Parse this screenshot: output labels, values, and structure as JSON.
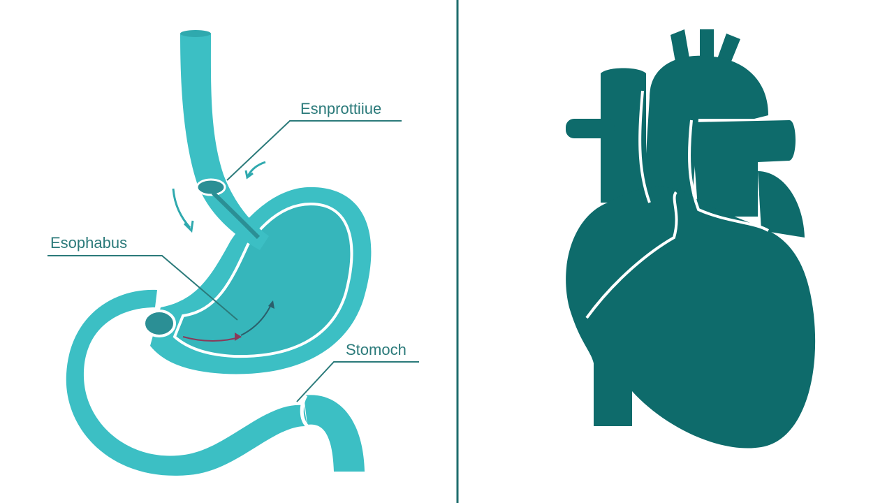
{
  "labels": {
    "upper": "Esnprottiiue",
    "middle": "Esophabus",
    "lower": "Stomoch"
  },
  "colors": {
    "background": "#ffffff",
    "digestive_fill": "#3cbfc4",
    "digestive_inner": "#36b6bb",
    "digestive_dark": "#2b8f95",
    "heart_fill": "#0e6b6b",
    "divider": "#1f6e6e",
    "label_text": "#2b7a7a",
    "leader_line": "#2b7a7a",
    "arrow_accent": "#8a3a5a"
  },
  "icons": {
    "left_panel": "stomach-esophagus-illustration",
    "right_panel": "heart-silhouette-icon"
  }
}
